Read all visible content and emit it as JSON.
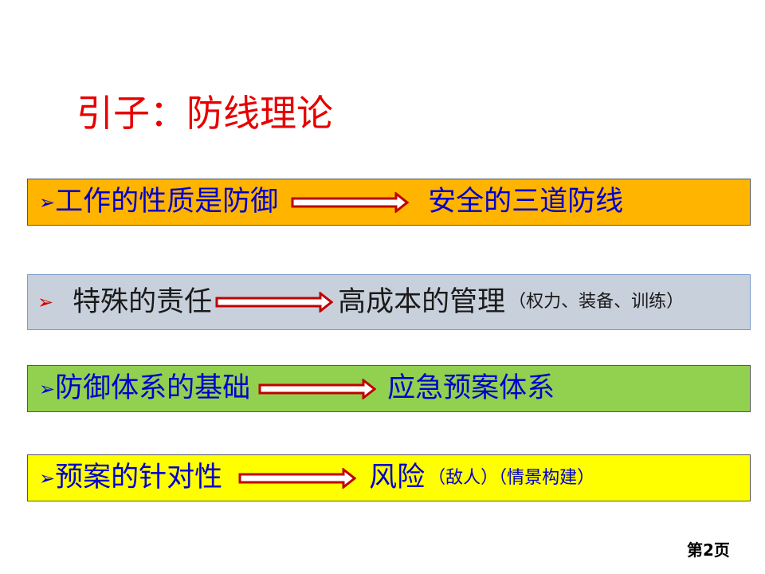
{
  "colors": {
    "title": "#e60000",
    "text_blue": "#0000cc",
    "text_dark": "#1a1a1a",
    "arrow_red": "#c00000",
    "row1_bg": "#ffb400",
    "row2_bg": "#c8d0dc",
    "row3_bg": "#92d050",
    "row4_bg": "#ffff00"
  },
  "title": "引子：防线理论",
  "rows": [
    {
      "bullet": "➢",
      "left": "工作的性质是防御",
      "right": "安全的三道防线",
      "note": ""
    },
    {
      "bullet": "➢",
      "left": "特殊的责任",
      "right": "高成本的管理",
      "note": "（权力、装备、训练）"
    },
    {
      "bullet": "➢",
      "left": "防御体系的基础",
      "right": "应急预案体系",
      "note": ""
    },
    {
      "bullet": "➢",
      "left": "预案的针对性",
      "right": "风险",
      "note": "（敌人）（情景构建）"
    }
  ],
  "icons": {
    "arrow": "right-arrow-icon",
    "bullet": "arrowhead-bullet-icon"
  },
  "page_number": "第2页"
}
